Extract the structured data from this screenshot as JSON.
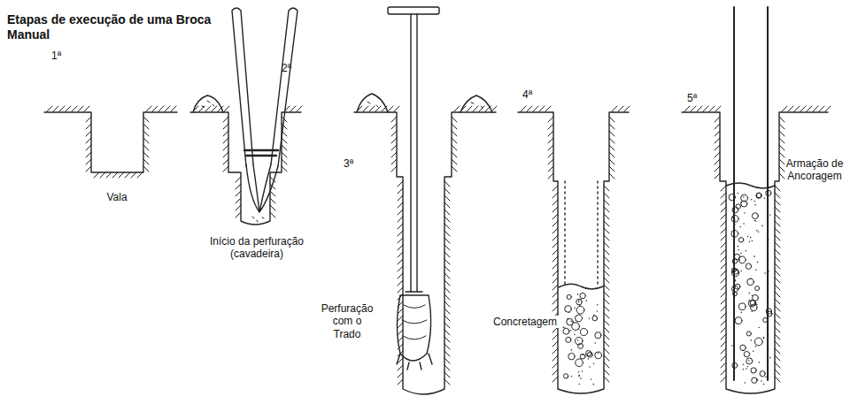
{
  "diagram": {
    "title": "Etapas de execução de uma Broca Manual",
    "labels": [
      "1ª",
      "Vala",
      "2ª",
      "Início da perfuração (cavadeira)",
      "3ª",
      "Perfuração com o Trado",
      "4ª",
      "Concretagem",
      "5ª",
      "Armação de Ancoragem"
    ]
  }
}
